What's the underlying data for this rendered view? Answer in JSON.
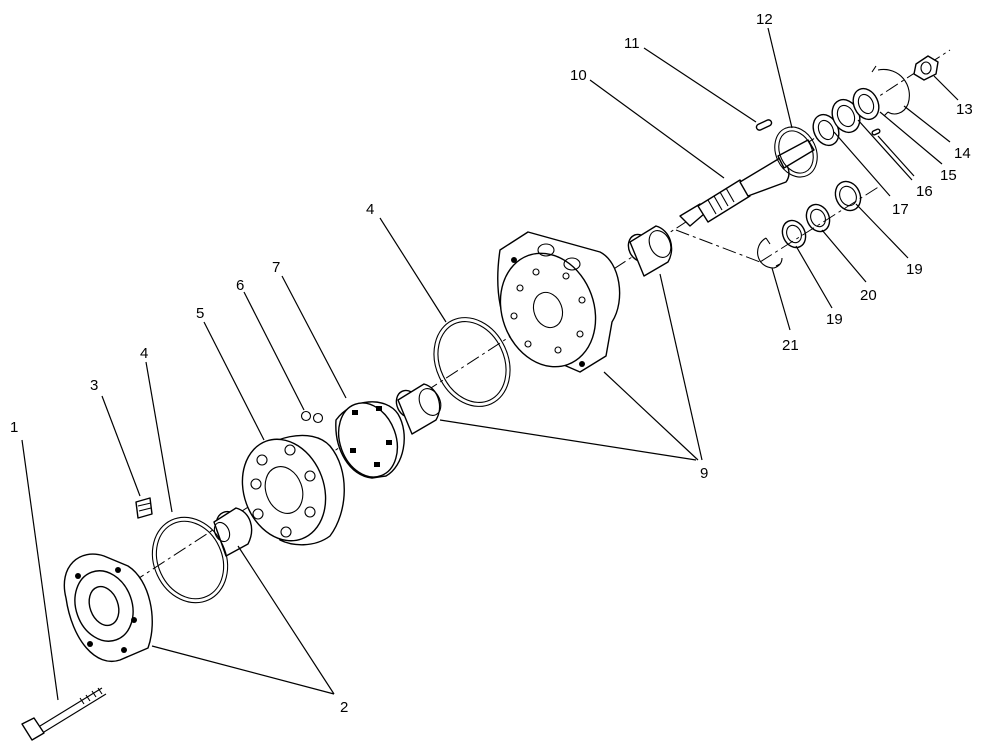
{
  "callouts": [
    {
      "id": "c1",
      "label": "1"
    },
    {
      "id": "c2",
      "label": "2"
    },
    {
      "id": "c3",
      "label": "3"
    },
    {
      "id": "c4a",
      "label": "4"
    },
    {
      "id": "c4b",
      "label": "4"
    },
    {
      "id": "c5",
      "label": "5"
    },
    {
      "id": "c6",
      "label": "6"
    },
    {
      "id": "c7",
      "label": "7"
    },
    {
      "id": "c9",
      "label": "9"
    },
    {
      "id": "c10",
      "label": "10"
    },
    {
      "id": "c11",
      "label": "11"
    },
    {
      "id": "c12",
      "label": "12"
    },
    {
      "id": "c13",
      "label": "13"
    },
    {
      "id": "c14",
      "label": "14"
    },
    {
      "id": "c15",
      "label": "15"
    },
    {
      "id": "c16",
      "label": "16"
    },
    {
      "id": "c17",
      "label": "17"
    },
    {
      "id": "c19a",
      "label": "19"
    },
    {
      "id": "c19b",
      "label": "19"
    },
    {
      "id": "c20",
      "label": "20"
    },
    {
      "id": "c21",
      "label": "21"
    }
  ]
}
